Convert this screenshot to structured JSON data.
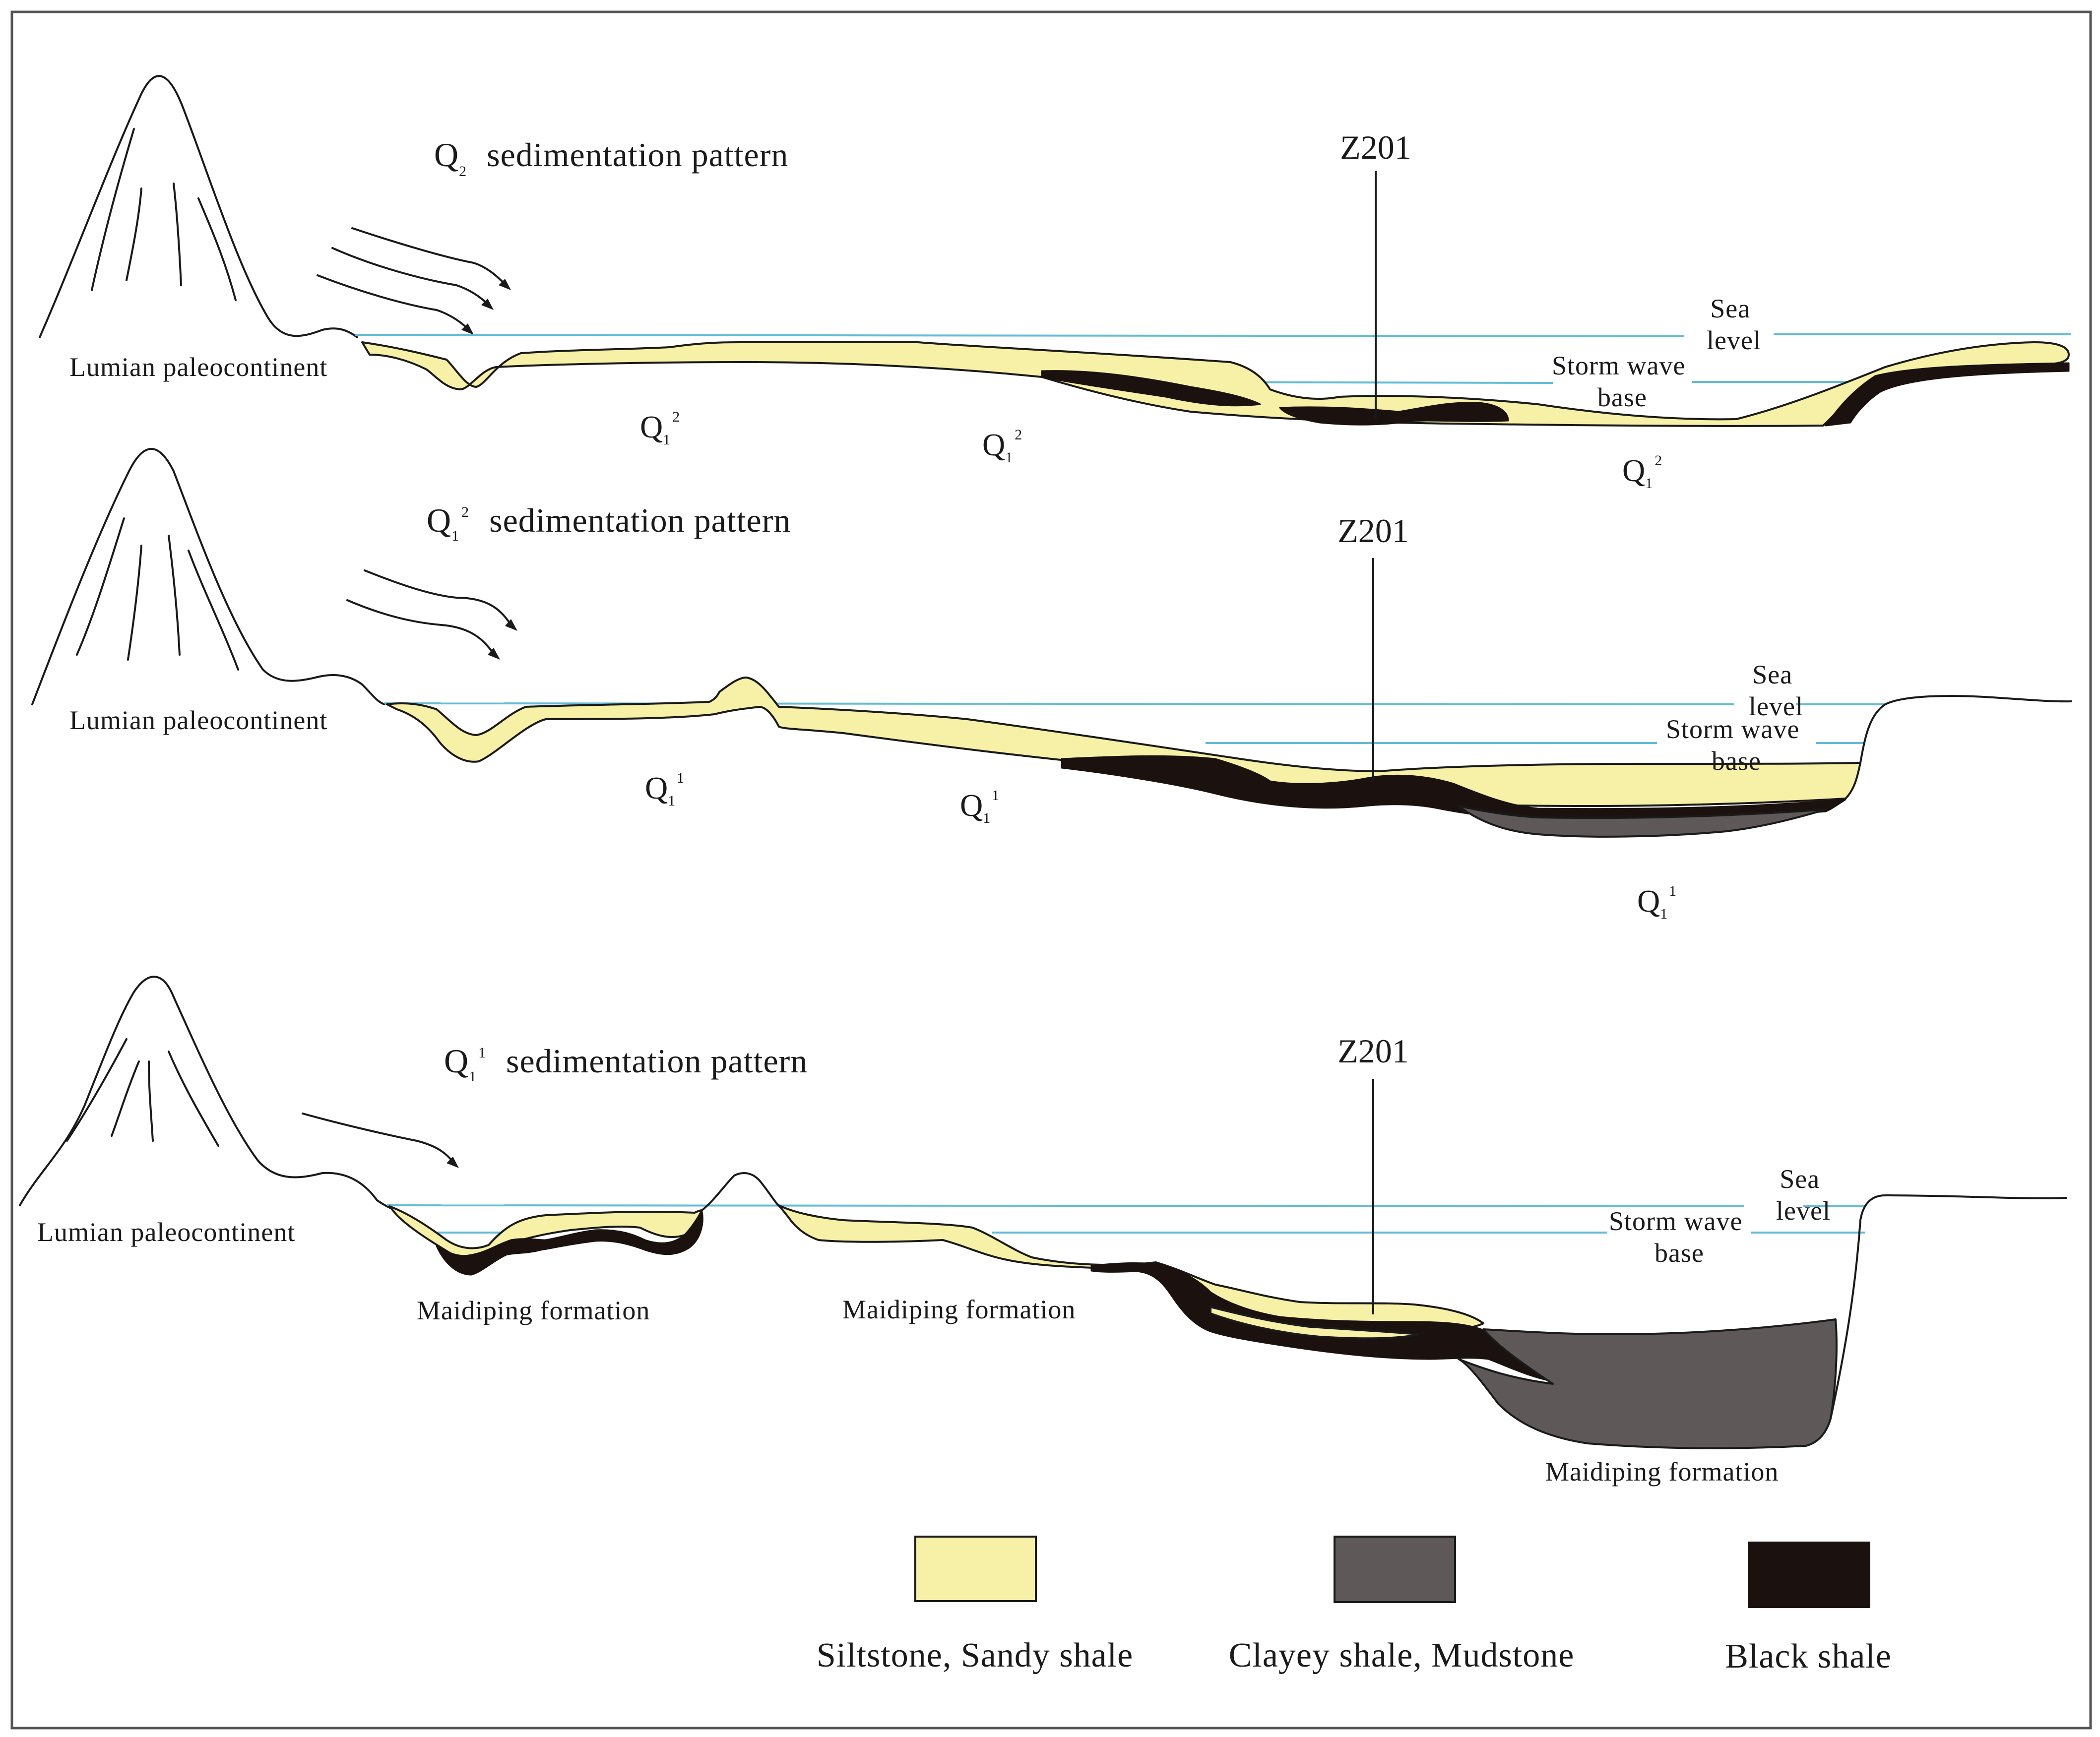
{
  "colors": {
    "siltstone": "#f6f1a6",
    "clayey_shale": "#5e5958",
    "black_shale": "#1b120f",
    "sea_level_line": "#62bcd6",
    "outline": "#1a1a1a"
  },
  "panels": [
    {
      "title": {
        "base": "Q",
        "sub": "2",
        "sup": "",
        "text": "sedimentation pattern"
      },
      "continent": "Lumian paleocontinent",
      "well": "Z201",
      "sea_level": "Sea level",
      "storm_wave_base": "Storm wave base",
      "units": [
        {
          "base": "Q",
          "sub": "1",
          "sup": "2"
        },
        {
          "base": "Q",
          "sub": "1",
          "sup": "2"
        },
        {
          "base": "Q",
          "sub": "1",
          "sup": "2"
        }
      ]
    },
    {
      "title": {
        "base": "Q",
        "sub": "1",
        "sup": "2",
        "text": "sedimentation pattern"
      },
      "continent": "Lumian paleocontinent",
      "well": "Z201",
      "sea_level": "Sea level",
      "storm_wave_base": "Storm wave base",
      "units": [
        {
          "base": "Q",
          "sub": "1",
          "sup": "1"
        },
        {
          "base": "Q",
          "sub": "1",
          "sup": "1"
        },
        {
          "base": "Q",
          "sub": "1",
          "sup": "1"
        }
      ]
    },
    {
      "title": {
        "base": "Q",
        "sub": "1",
        "sup": "1",
        "text": "sedimentation pattern"
      },
      "continent": "Lumian paleocontinent",
      "well": "Z201",
      "sea_level": "Sea level",
      "storm_wave_base": "Storm wave base",
      "formations": [
        "Maidiping formation",
        "Maidiping formation",
        "Maidiping formation"
      ]
    }
  ],
  "legend": [
    {
      "label": "Siltstone, Sandy shale",
      "swatch": "siltstone"
    },
    {
      "label": "Clayey shale, Mudstone",
      "swatch": "clayey_shale"
    },
    {
      "label": "Black shale",
      "swatch": "black_shale"
    }
  ]
}
